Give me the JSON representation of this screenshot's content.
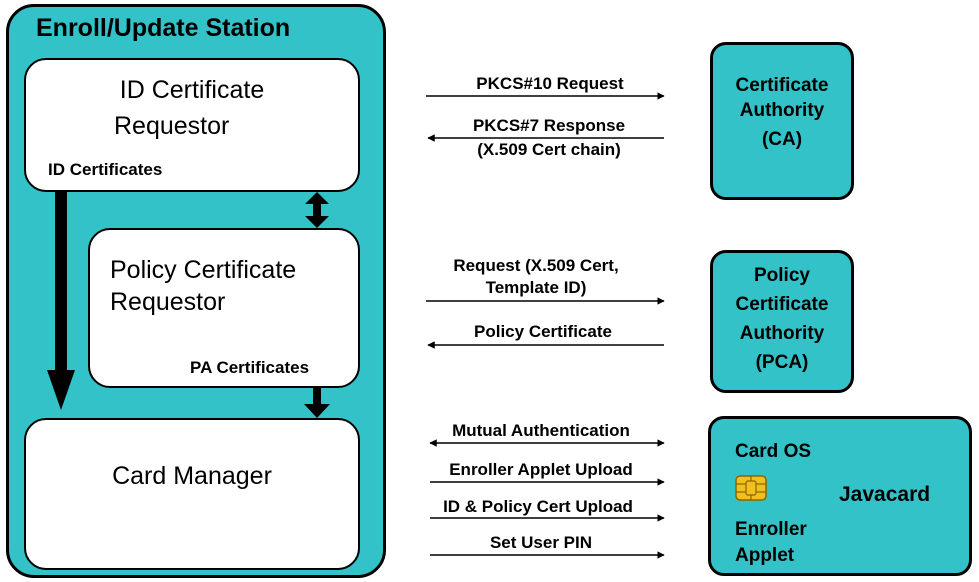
{
  "station": {
    "title": "Enroll/Update Station",
    "id_requestor": {
      "line1": "ID Certificate",
      "line2": "Requestor",
      "caption": "ID Certificates"
    },
    "policy_requestor": {
      "line1": "Policy Certificate",
      "line2": "Requestor",
      "caption": "PA Certificates"
    },
    "card_manager": {
      "label": "Card Manager"
    }
  },
  "authorities": {
    "ca": {
      "line1": "Certificate",
      "line2": "Authority",
      "line3": "(CA)"
    },
    "pca": {
      "line1": "Policy",
      "line2": "Certificate",
      "line3": "Authority",
      "line4": "(PCA)"
    }
  },
  "javacard": {
    "card_os": "Card OS",
    "title": "Javacard",
    "enroller1": "Enroller",
    "enroller2": "Applet",
    "chip_icon": "smartcard-chip-icon"
  },
  "flows": {
    "pkcs10": "PKCS#10 Request",
    "pkcs7_1": "PKCS#7 Response",
    "pkcs7_2": "(X.509 Cert chain)",
    "req1": "Request (X.509 Cert,",
    "req2": "Template ID)",
    "policy_cert": "Policy Certificate",
    "mutual": "Mutual Authentication",
    "enroller_upload": "Enroller Applet Upload",
    "cert_upload": "ID & Policy Cert Upload",
    "set_pin": "Set User PIN"
  },
  "colors": {
    "teal": "#33c2c8",
    "chip_gold": "#f2c01e"
  }
}
